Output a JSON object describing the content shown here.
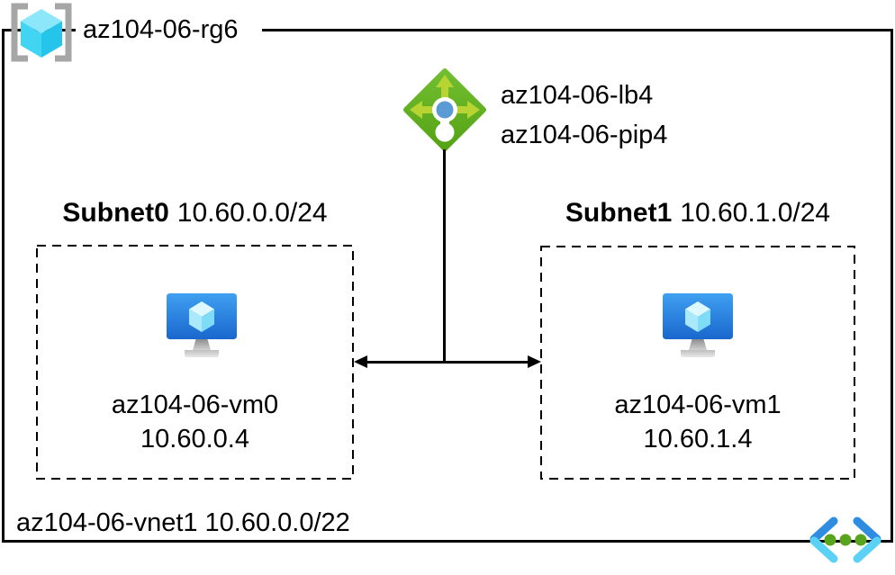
{
  "resource_group": {
    "name": "az104-06-rg6"
  },
  "load_balancer": {
    "name": "az104-06-lb4",
    "public_ip": "az104-06-pip4"
  },
  "subnets": [
    {
      "name": "Subnet0",
      "cidr": "10.60.0.0/24",
      "vm_name": "az104-06-vm0",
      "vm_ip": "10.60.0.4"
    },
    {
      "name": "Subnet1",
      "cidr": "10.60.1.0/24",
      "vm_name": "az104-06-vm1",
      "vm_ip": "10.60.1.4"
    }
  ],
  "vnet": {
    "name": "az104-06-vnet1",
    "cidr": "10.60.0.0/22"
  },
  "icons": {
    "resource_group": "resource-group-brackets-cube",
    "load_balancer": "load-balancer-green-diamond",
    "virtual_machine": "vm-monitor-cube",
    "virtual_network": "vnet-chevrons-dots"
  },
  "colors": {
    "line": "#000000",
    "lb_diamond_light": "#72BE31",
    "lb_diamond_dark": "#54A315",
    "lb_arrows": "#B8D433",
    "lb_dot_blue": "#5B9BD5",
    "vm_monitor_light": "#3FA0F0",
    "vm_monitor_dark": "#1A67CE",
    "cube_cyan": "#41D4F3",
    "bracket_gray": "#A6A6A6",
    "vnet_blue": "#2E8CE1",
    "vnet_cyan": "#5BD2F5",
    "vnet_green": "#58A41C"
  }
}
